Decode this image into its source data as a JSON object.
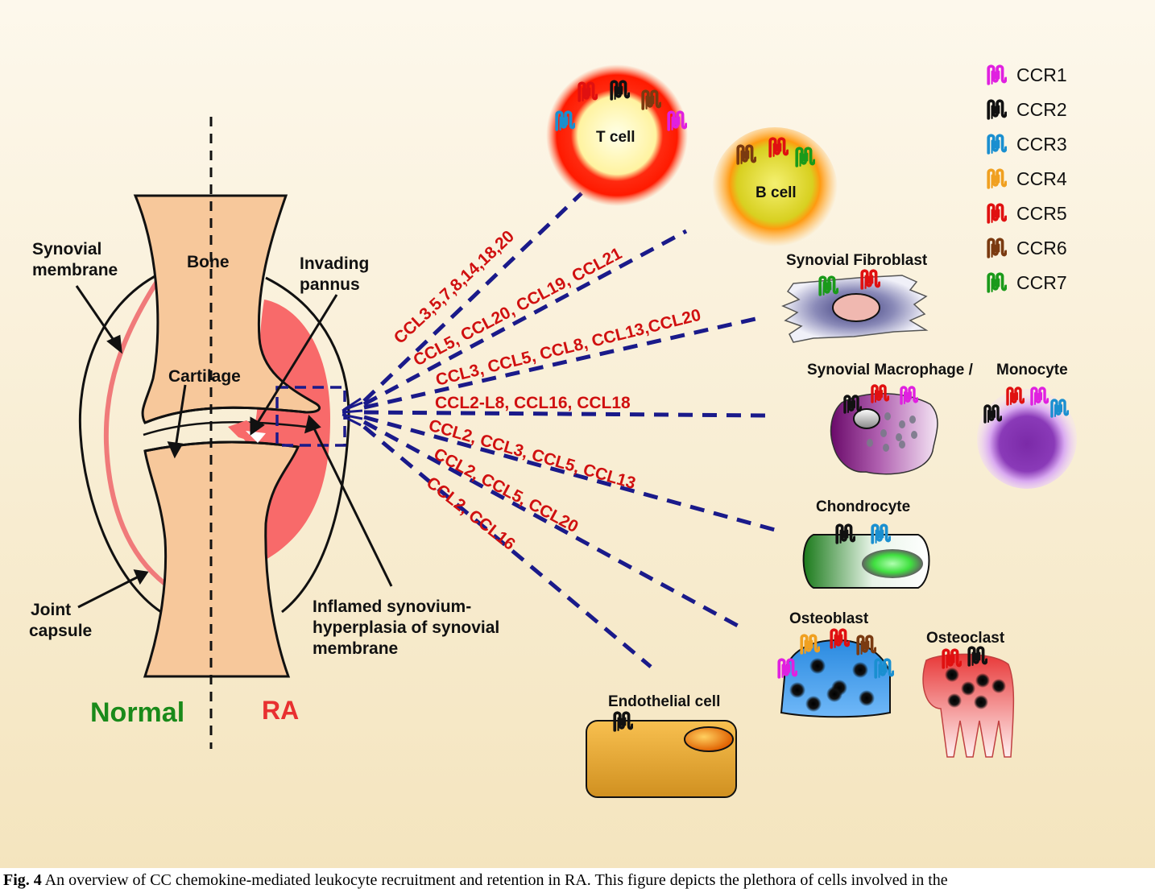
{
  "joint": {
    "bone": "Bone",
    "cartilage": "Cartilage",
    "synovial_membrane_1": "Synovial",
    "synovial_membrane_2": "membrane",
    "joint_capsule_1": "Joint",
    "joint_capsule_2": "capsule",
    "invading_pannus_1": "Invading",
    "invading_pannus_2": "pannus",
    "inflamed_1": "Inflamed synovium-",
    "inflamed_2": "hyperplasia of synovial",
    "inflamed_3": "membrane",
    "normal": "Normal",
    "ra": "RA"
  },
  "chemokines": [
    "CCL3,5,7,8,14,18,20",
    "CCL5, CCL20, CCL19, CCL21",
    "CCL3, CCL5, CCL8, CCL13,CCL20",
    "CCL2-L8, CCL16, CCL18",
    "CCL2, CCL3, CCL5, CCL13",
    "CCL2, CCL5, CCL20",
    "CCL2, CCL16"
  ],
  "cells": {
    "t_cell": "T cell",
    "b_cell": "B cell",
    "fibroblast": "Synovial Fibroblast",
    "macrophage": "Synovial Macrophage /",
    "monocyte": "Monocyte",
    "chondrocyte": "Chondrocyte",
    "osteoblast": "Osteoblast",
    "osteoclast": "Osteoclast",
    "endothelial": "Endothelial cell"
  },
  "legend": [
    {
      "label": "CCR1",
      "color": "#e020e0"
    },
    {
      "label": "CCR2",
      "color": "#111111"
    },
    {
      "label": "CCR3",
      "color": "#1a8fd0"
    },
    {
      "label": "CCR4",
      "color": "#f0a020"
    },
    {
      "label": "CCR5",
      "color": "#e01010"
    },
    {
      "label": "CCR6",
      "color": "#7a3a10"
    },
    {
      "label": "CCR7",
      "color": "#1a9a1a"
    }
  ],
  "caption": {
    "fig": "Fig. 4",
    "text": " An overview of CC chemokine-mediated leukocyte recruitment and retention in RA. This figure depicts the plethora of cells involved in the"
  }
}
